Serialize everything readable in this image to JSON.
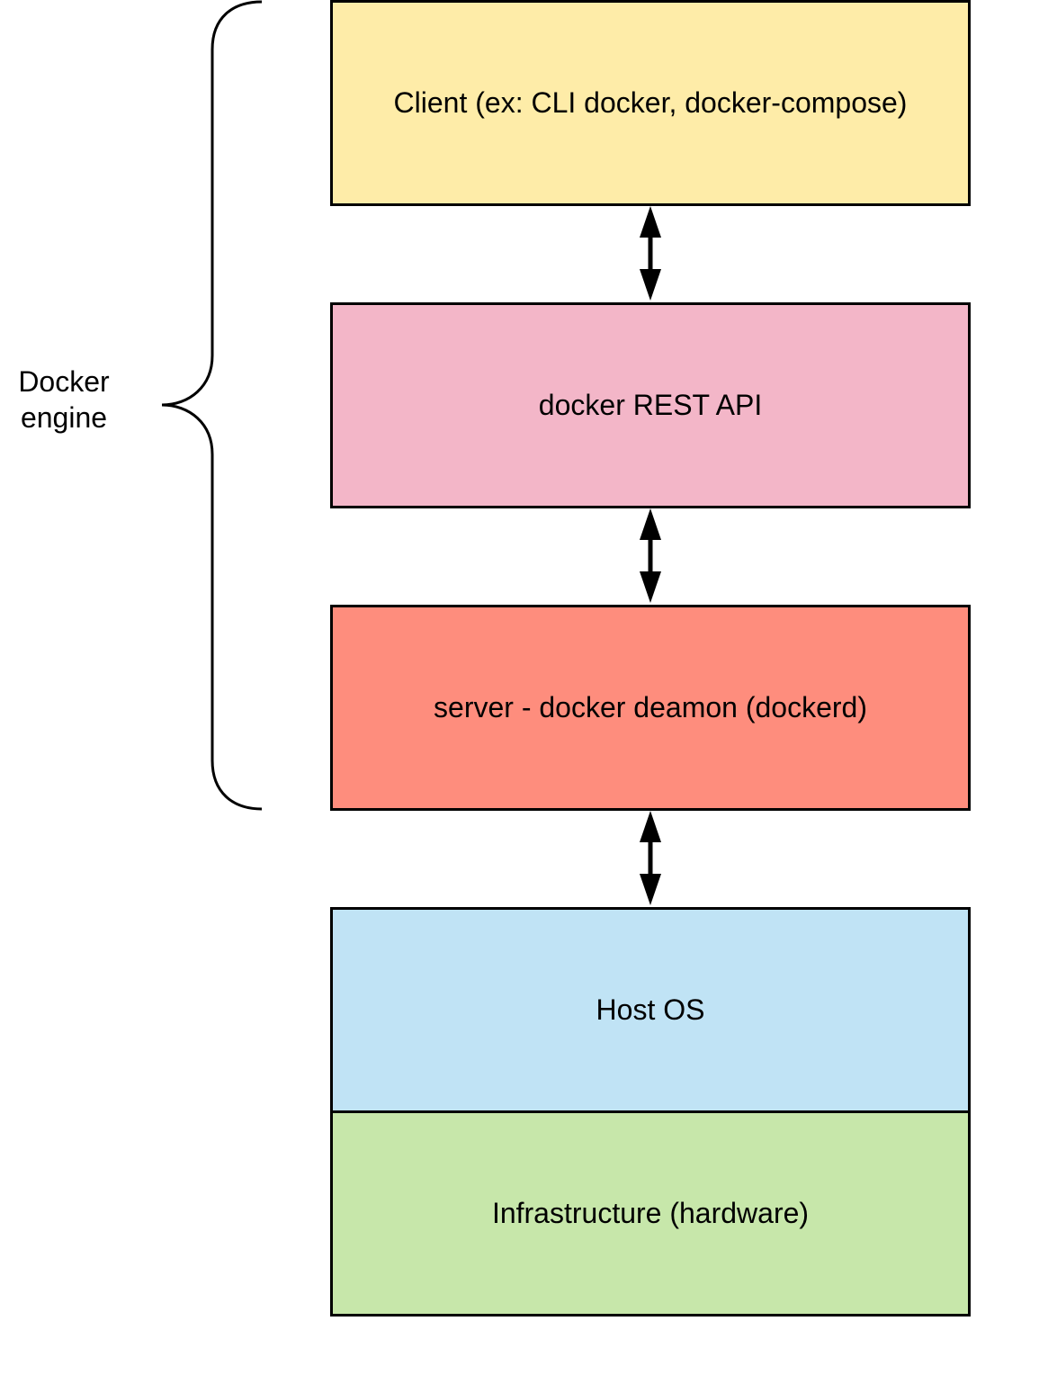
{
  "layers": [
    {
      "id": "client",
      "label": "Client (ex: CLI docker, docker-compose)",
      "color": "#FEECA8"
    },
    {
      "id": "api",
      "label": "docker REST API",
      "color": "#F3B6C8"
    },
    {
      "id": "server",
      "label": "server - docker deamon (dockerd)",
      "color": "#FE8D7D"
    },
    {
      "id": "host",
      "label": "Host OS",
      "color": "#C0E3F5"
    },
    {
      "id": "infra",
      "label": "Infrastructure (hardware)",
      "color": "#C7E7AA"
    }
  ],
  "engine": {
    "line1": "Docker",
    "line2": "engine"
  },
  "stroke_color": "#000000"
}
